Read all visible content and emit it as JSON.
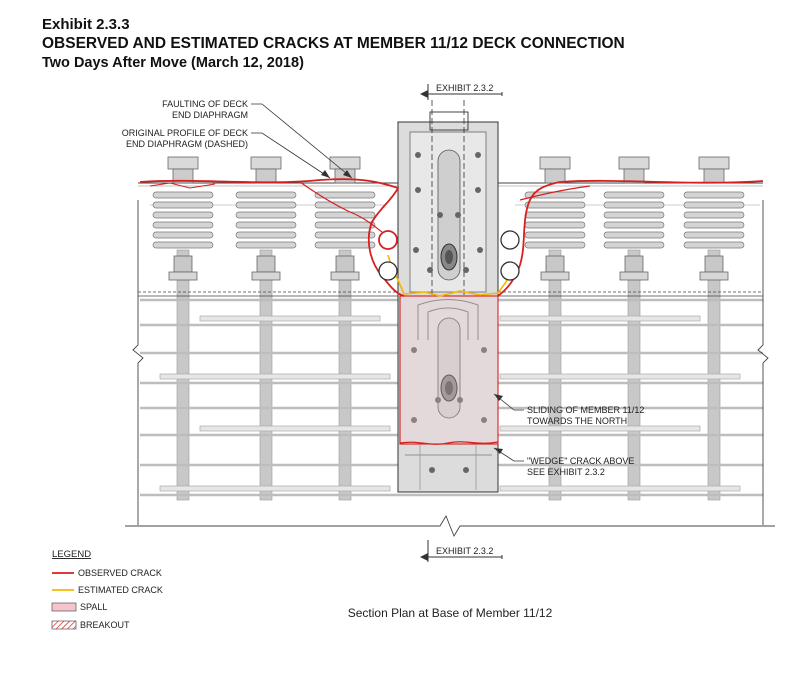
{
  "header": {
    "exhibit_number": "Exhibit 2.3.3",
    "title": "OBSERVED AND ESTIMATED CRACKS AT MEMBER 11/12 DECK CONNECTION",
    "subtitle": "Two Days After Move (March 12, 2018)"
  },
  "section_marks": {
    "top": "EXHIBIT 2.3.2",
    "bottom": "EXHIBIT 2.3.2"
  },
  "callouts": {
    "faulting_line1": "FAULTING OF DECK",
    "faulting_line2": "END DIAPHRAGM",
    "original_line1": "ORIGINAL PROFILE OF DECK",
    "original_line2": "END DIAPHRAGM (DASHED)",
    "sliding_line1": "SLIDING OF MEMBER 11/12",
    "sliding_line2": "TOWARDS THE NORTH",
    "wedge_line1": "\"WEDGE\" CRACK ABOVE",
    "wedge_line2": "SEE EXHIBIT 2.3.2"
  },
  "legend": {
    "title": "LEGEND",
    "items": [
      {
        "label": "OBSERVED CRACK",
        "color": "#d62020"
      },
      {
        "label": "ESTIMATED CRACK",
        "color": "#f2b705"
      },
      {
        "label": "SPALL",
        "color": "#f4c6cc"
      },
      {
        "label": "BREAKOUT",
        "color": "#e04040"
      }
    ]
  },
  "caption": "Section Plan at Base of Member 11/12",
  "colors": {
    "observed_crack": "#d62020",
    "estimated_crack": "#f2b705",
    "member_fill": "#dcdcdc",
    "rebar": "#c8c8c8"
  }
}
